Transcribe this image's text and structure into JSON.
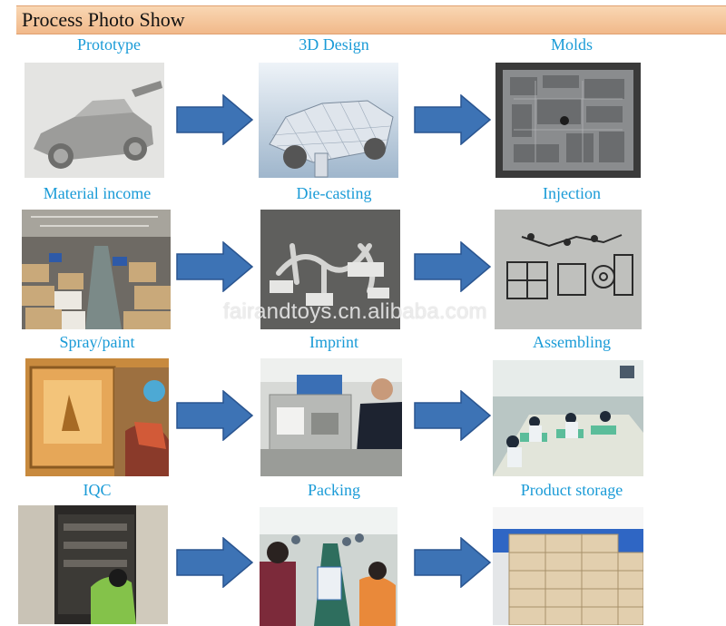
{
  "header": {
    "title": "Process Photo Show"
  },
  "steps": [
    {
      "label": "Prototype",
      "image": "grey prototype car photo"
    },
    {
      "label": "3D Design",
      "image": "3D design render photo"
    },
    {
      "label": "Molds",
      "image": "steel mold photo"
    },
    {
      "label": "Material income",
      "image": "warehouse boxes photo"
    },
    {
      "label": "Die-casting",
      "image": "die-cast parts photo"
    },
    {
      "label": "Injection",
      "image": "injection parts photo"
    },
    {
      "label": "Spray/paint",
      "image": "spray painting booth photo"
    },
    {
      "label": "Imprint",
      "image": "pad printing worker photo"
    },
    {
      "label": "Assembling",
      "image": "assembly line photo"
    },
    {
      "label": "IQC",
      "image": "quality check photo"
    },
    {
      "label": "Packing",
      "image": "packing line photo"
    },
    {
      "label": "Product storage",
      "image": "stacked cartons photo"
    }
  ],
  "watermark": "fairandtoys.cn.alibaba.com",
  "colors": {
    "label": "#1a9bd7",
    "arrow": "#3d73b5",
    "header": "#f1b98a"
  }
}
